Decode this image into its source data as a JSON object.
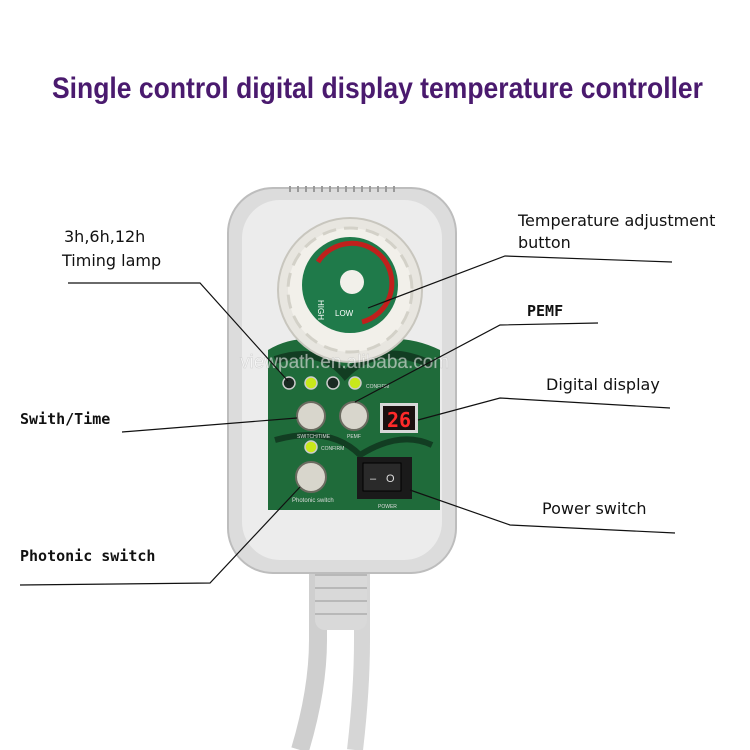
{
  "title": "Single control digital display temperature controller",
  "title_color": "#4a1a6e",
  "watermark": "viewpath.en.alibaba.com",
  "callouts": {
    "timing_lamp": {
      "line1": "3h,6h,12h",
      "line2": "Timing lamp"
    },
    "temperature_button": {
      "line1": "Temperature adjustment",
      "line2": "button"
    },
    "pemf": "PEMF",
    "digital_display": "Digital display",
    "switch_time": "Swith/Time",
    "power_switch": "Power switch",
    "photonic_switch": "Photonic switch"
  },
  "device": {
    "knob_high": "HIGH",
    "knob_low": "LOW",
    "display_value": "26",
    "confirm_label": "CONFIRM",
    "switch_time_label": "SWITCH/TIME",
    "pemf_label": "PEMF",
    "photonic_label": "Photonic switch",
    "power_label": "POWER",
    "rocker_off": "–",
    "rocker_on": "O",
    "panel_color": "#1f6b3a",
    "led_color": "#c8e81a",
    "display_color": "#ff2a2a"
  }
}
